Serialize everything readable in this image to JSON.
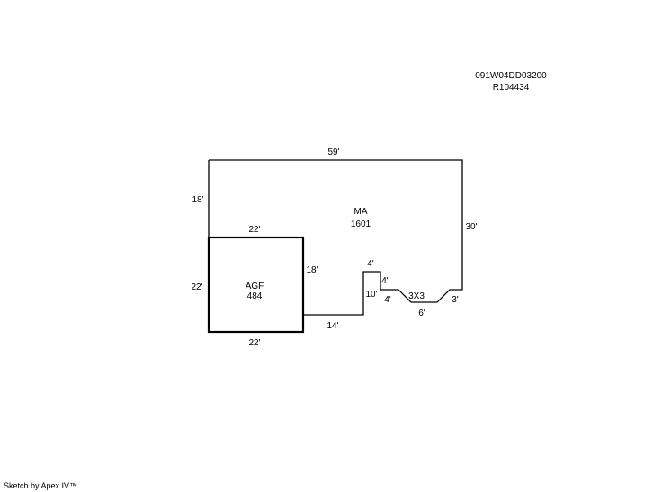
{
  "header": {
    "map_number": "091W04DD03200",
    "account": "R104434"
  },
  "areas": {
    "ma": {
      "code": "MA",
      "sqft": "1601"
    },
    "agf": {
      "code": "AGF",
      "sqft": "484"
    }
  },
  "dimensions": {
    "ma_top": "59'",
    "ma_left": "18'",
    "ma_right": "30'",
    "agf_top": "22'",
    "agf_left": "22'",
    "agf_bottom": "22'",
    "agf_right": "18'",
    "ma_bottom_14": "14'",
    "notch_vertical": "10'",
    "notch_top": "4'",
    "notch_drop": "4'",
    "notch_step": "4'",
    "bay_label": "3X3",
    "bay_bottom": "6'",
    "bay_right": "3'"
  },
  "footer": {
    "credit": "Sketch by Apex IV™"
  }
}
